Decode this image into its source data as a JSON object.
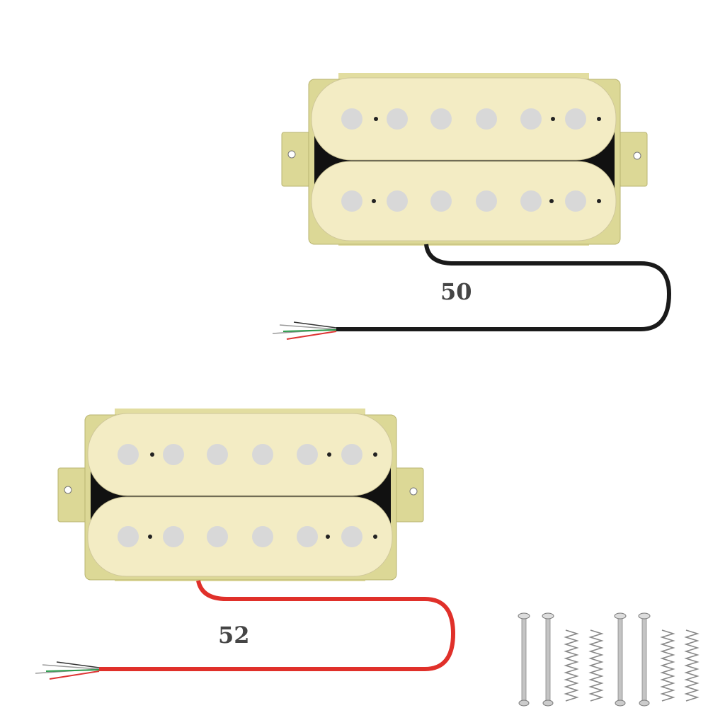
{
  "pickups": [
    {
      "name": "neck-pickup",
      "label": "50",
      "lead_color": "#1a1a1a"
    },
    {
      "name": "bridge-pickup",
      "label": "52",
      "lead_color": "#e0302a"
    }
  ],
  "colors": {
    "cover": "#f3ecc4",
    "base": "#dcd896",
    "pole": "#d8d8d8",
    "screw": "#bfbfbf"
  }
}
